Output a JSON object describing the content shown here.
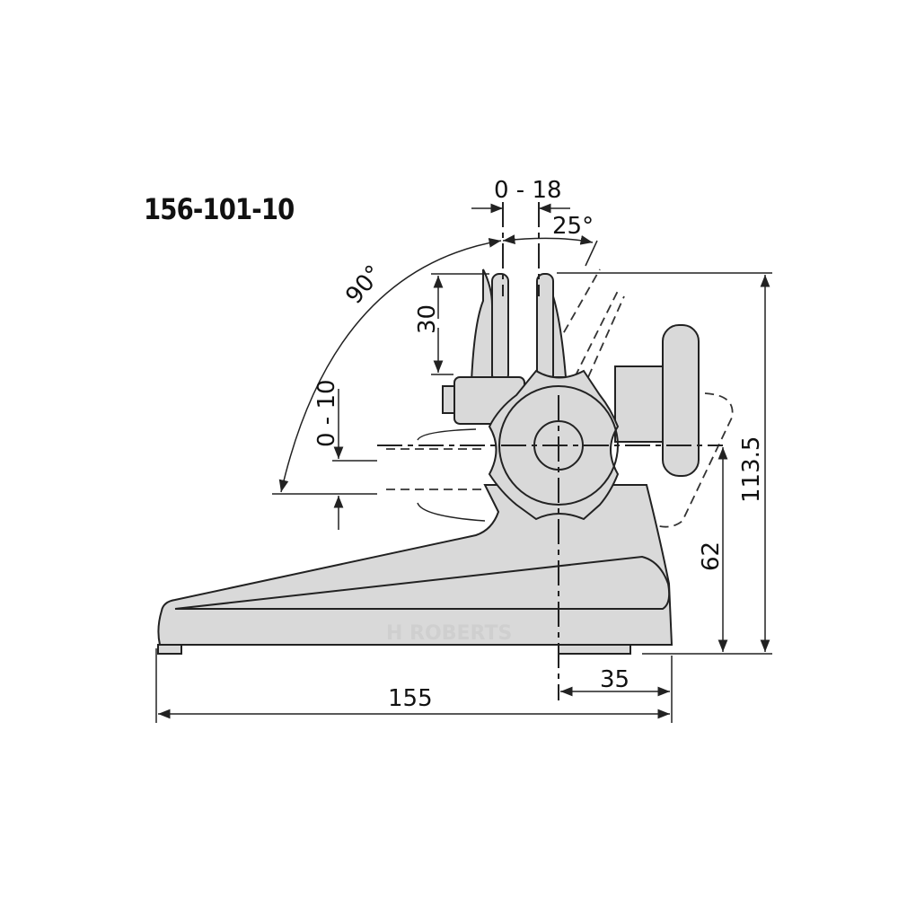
{
  "drawing": {
    "model_number": "156-101-10",
    "watermark": "H ROBERTS",
    "dimensions": {
      "jaw_opening": "0 - 18",
      "tilt_angle_small": "25°",
      "tilt_angle_large": "90°",
      "jaw_height": "30",
      "vertical_adjust": "0 - 10",
      "total_height": "113.5",
      "center_height": "62",
      "foot_width": "35",
      "total_length": "155"
    },
    "colors": {
      "part_fill": "#d9d9d9",
      "line": "#222222",
      "background": "#ffffff"
    }
  }
}
